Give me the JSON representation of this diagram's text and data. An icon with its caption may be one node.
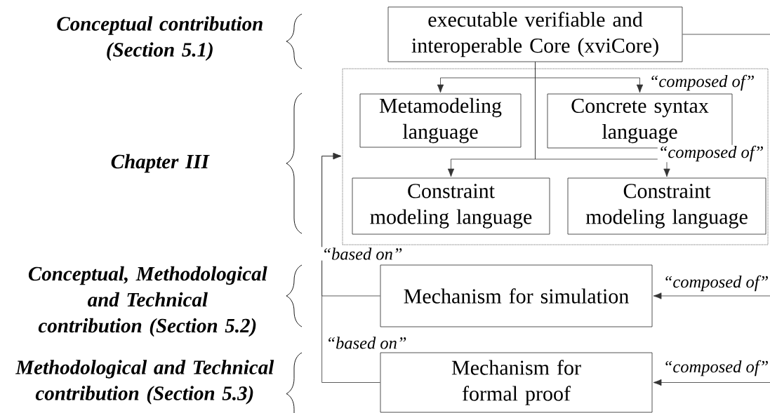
{
  "diagram": {
    "nodes": [
      {
        "text": [
          "executable verifiable and interoperable Core (xviCore)"
        ]
      },
      {
        "text": [],
        "shape": "box"
      },
      {
        "text": [
          "Metamodeling language"
        ],
        "in": 1
      },
      {
        "text": [
          "Concrete syntax language"
        ],
        "in": 1
      },
      {
        "text": [
          "Constraint modeling language"
        ],
        "in": 1
      },
      {
        "text": [
          "Constraint modeling language"
        ],
        "in": 1
      },
      {
        "text": [
          "Mechanism for simulation"
        ]
      },
      {
        "text": [
          "Mechanism for formal proof"
        ]
      }
    ],
    "edges": [
      {
        "from": 0,
        "to": 2,
        "arrow": "to"
      },
      {
        "from": 0,
        "to": 3,
        "arrow": "to",
        "label": "“composed of”"
      },
      {
        "from": 0,
        "to": 4,
        "arrow": "to"
      },
      {
        "from": 0,
        "to": 5,
        "arrow": "to",
        "label": "“composed of”"
      },
      {
        "from": 6,
        "to": 1,
        "arrow": "to",
        "label": "“based on”"
      },
      {
        "from": 7,
        "to": 1,
        "arrow": "to",
        "label": "“based on”"
      },
      {
        "from": 0,
        "to": null,
        "arrow": "none"
      },
      {
        "from": null,
        "to": 6,
        "arrow": "to",
        "label": "“composed of”"
      },
      {
        "from": null,
        "to": 7,
        "arrow": "to",
        "label": "“composed of”"
      }
    ],
    "labels": [
      "Conceptual contribution (Section 5.1)",
      "Chapter III",
      "Conceptual, Methodological and Technical contribution (Section 5.2)",
      "Methodological and Technical contribution (Section 5.3)"
    ]
  }
}
